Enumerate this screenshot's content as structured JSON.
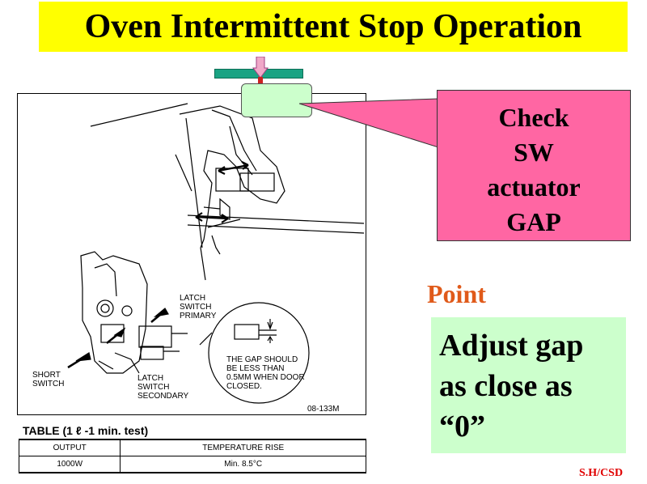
{
  "title": "Oven Intermittent Stop Operation",
  "callout": {
    "text": "Check\nSW\nactuator\nGAP"
  },
  "point_label": "Point",
  "adjust": {
    "text": "Adjust gap\nas close as\n“0”"
  },
  "diagram": {
    "labels": {
      "latch_primary": "LATCH\nSWITCH\nPRIMARY",
      "latch_secondary": "LATCH\nSWITCH\nSECONDARY",
      "short_switch": "SHORT\nSWITCH",
      "gap_note": "THE GAP SHOULD\nBE LESS THAN\n0.5mm WHEN DOOR\nCLOSED.",
      "figure_code": "08-133M"
    }
  },
  "table": {
    "caption": "TABLE (1 ℓ -1 min. test)",
    "headers": [
      "OUTPUT",
      "TEMPERATURE RISE"
    ],
    "rows": [
      [
        "1000W",
        "Min. 8.5°C"
      ]
    ]
  },
  "footer": "S.H/CSD",
  "colors": {
    "title_bg": "#ffff00",
    "callout_bg": "#ff66a3",
    "adjust_bg": "#ccffcc",
    "point": "#e05a1a",
    "footer": "#e00000"
  }
}
